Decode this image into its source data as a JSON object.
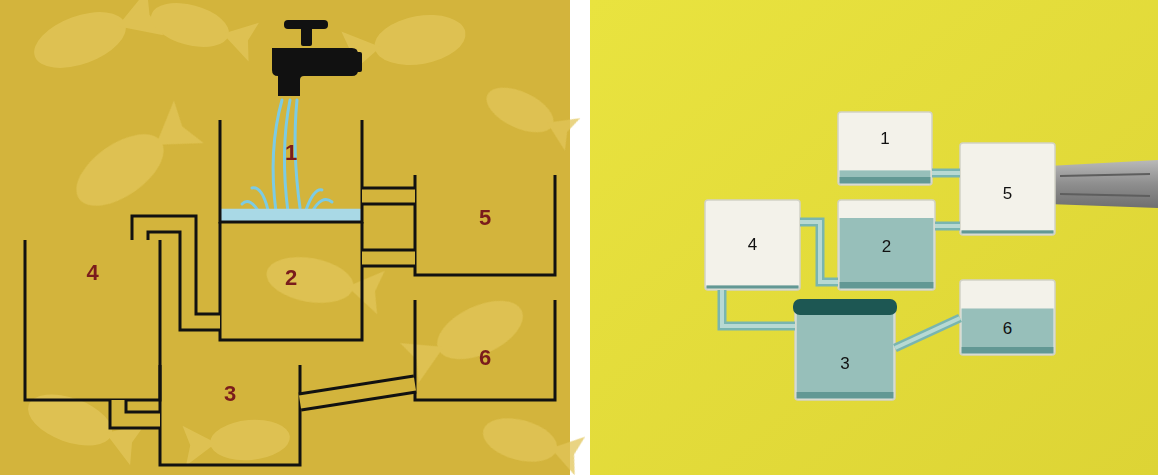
{
  "diagram": {
    "nodes": [
      {
        "text": [
          "1"
        ]
      },
      {
        "text": [
          "2"
        ]
      },
      {
        "text": [
          "3"
        ]
      },
      {
        "text": [
          "4"
        ]
      },
      {
        "text": [
          "5"
        ]
      },
      {
        "text": [
          "6"
        ]
      },
      {
        "text": [
          "1"
        ]
      },
      {
        "text": [
          "2"
        ]
      },
      {
        "text": [
          "3"
        ]
      },
      {
        "text": [
          "4"
        ]
      },
      {
        "text": [
          "5"
        ]
      },
      {
        "text": [
          "6"
        ]
      }
    ],
    "edges": [
      {
        "from": 0,
        "to": 4,
        "arrow": "none"
      },
      {
        "from": 4,
        "to": 1,
        "arrow": "none"
      },
      {
        "from": 1,
        "to": 3,
        "arrow": "none"
      },
      {
        "from": 3,
        "to": 2,
        "arrow": "none"
      },
      {
        "from": 2,
        "to": 5,
        "arrow": "none"
      },
      {
        "from": 6,
        "to": 10,
        "arrow": "none"
      },
      {
        "from": 10,
        "to": 7,
        "arrow": "none"
      },
      {
        "from": 7,
        "to": 9,
        "arrow": "none"
      },
      {
        "from": 9,
        "to": 8,
        "arrow": "none"
      },
      {
        "from": 8,
        "to": 11,
        "arrow": "none"
      }
    ]
  }
}
